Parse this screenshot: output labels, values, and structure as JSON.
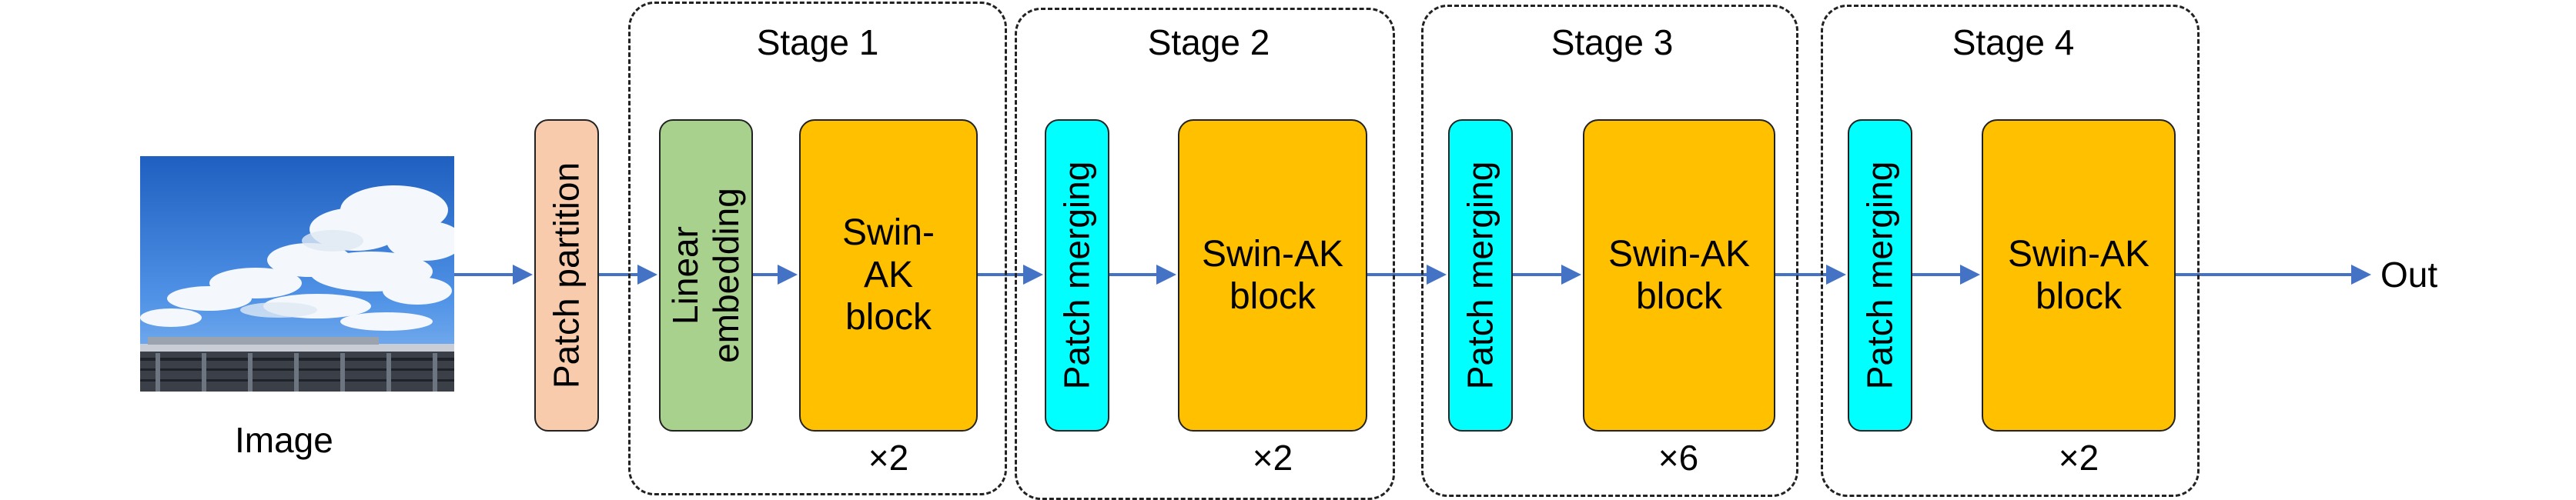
{
  "input": {
    "label": "Image"
  },
  "output": {
    "label": "Out"
  },
  "patch_partition": {
    "label": "Patch partition"
  },
  "stages": [
    {
      "title": "Stage 1",
      "first_block": "Linear\nembedding",
      "block": "Swin-\nAK\nblock",
      "repeat": "×2"
    },
    {
      "title": "Stage 2",
      "first_block": "Patch merging",
      "block": "Swin-AK\nblock",
      "repeat": "×2"
    },
    {
      "title": "Stage 3",
      "first_block": "Patch merging",
      "block": "Swin-AK\nblock",
      "repeat": "×6"
    },
    {
      "title": "Stage 4",
      "first_block": "Patch merging",
      "block": "Swin-AK\nblock",
      "repeat": "×2"
    }
  ],
  "colors": {
    "patch_partition": "#f8cbad",
    "linear_embedding": "#a9d18e",
    "patch_merging": "#00ffff",
    "swin_block": "#ffc000",
    "arrow": "#4472c4"
  },
  "icons": {
    "input_image": "sky-with-clouds-photo"
  }
}
